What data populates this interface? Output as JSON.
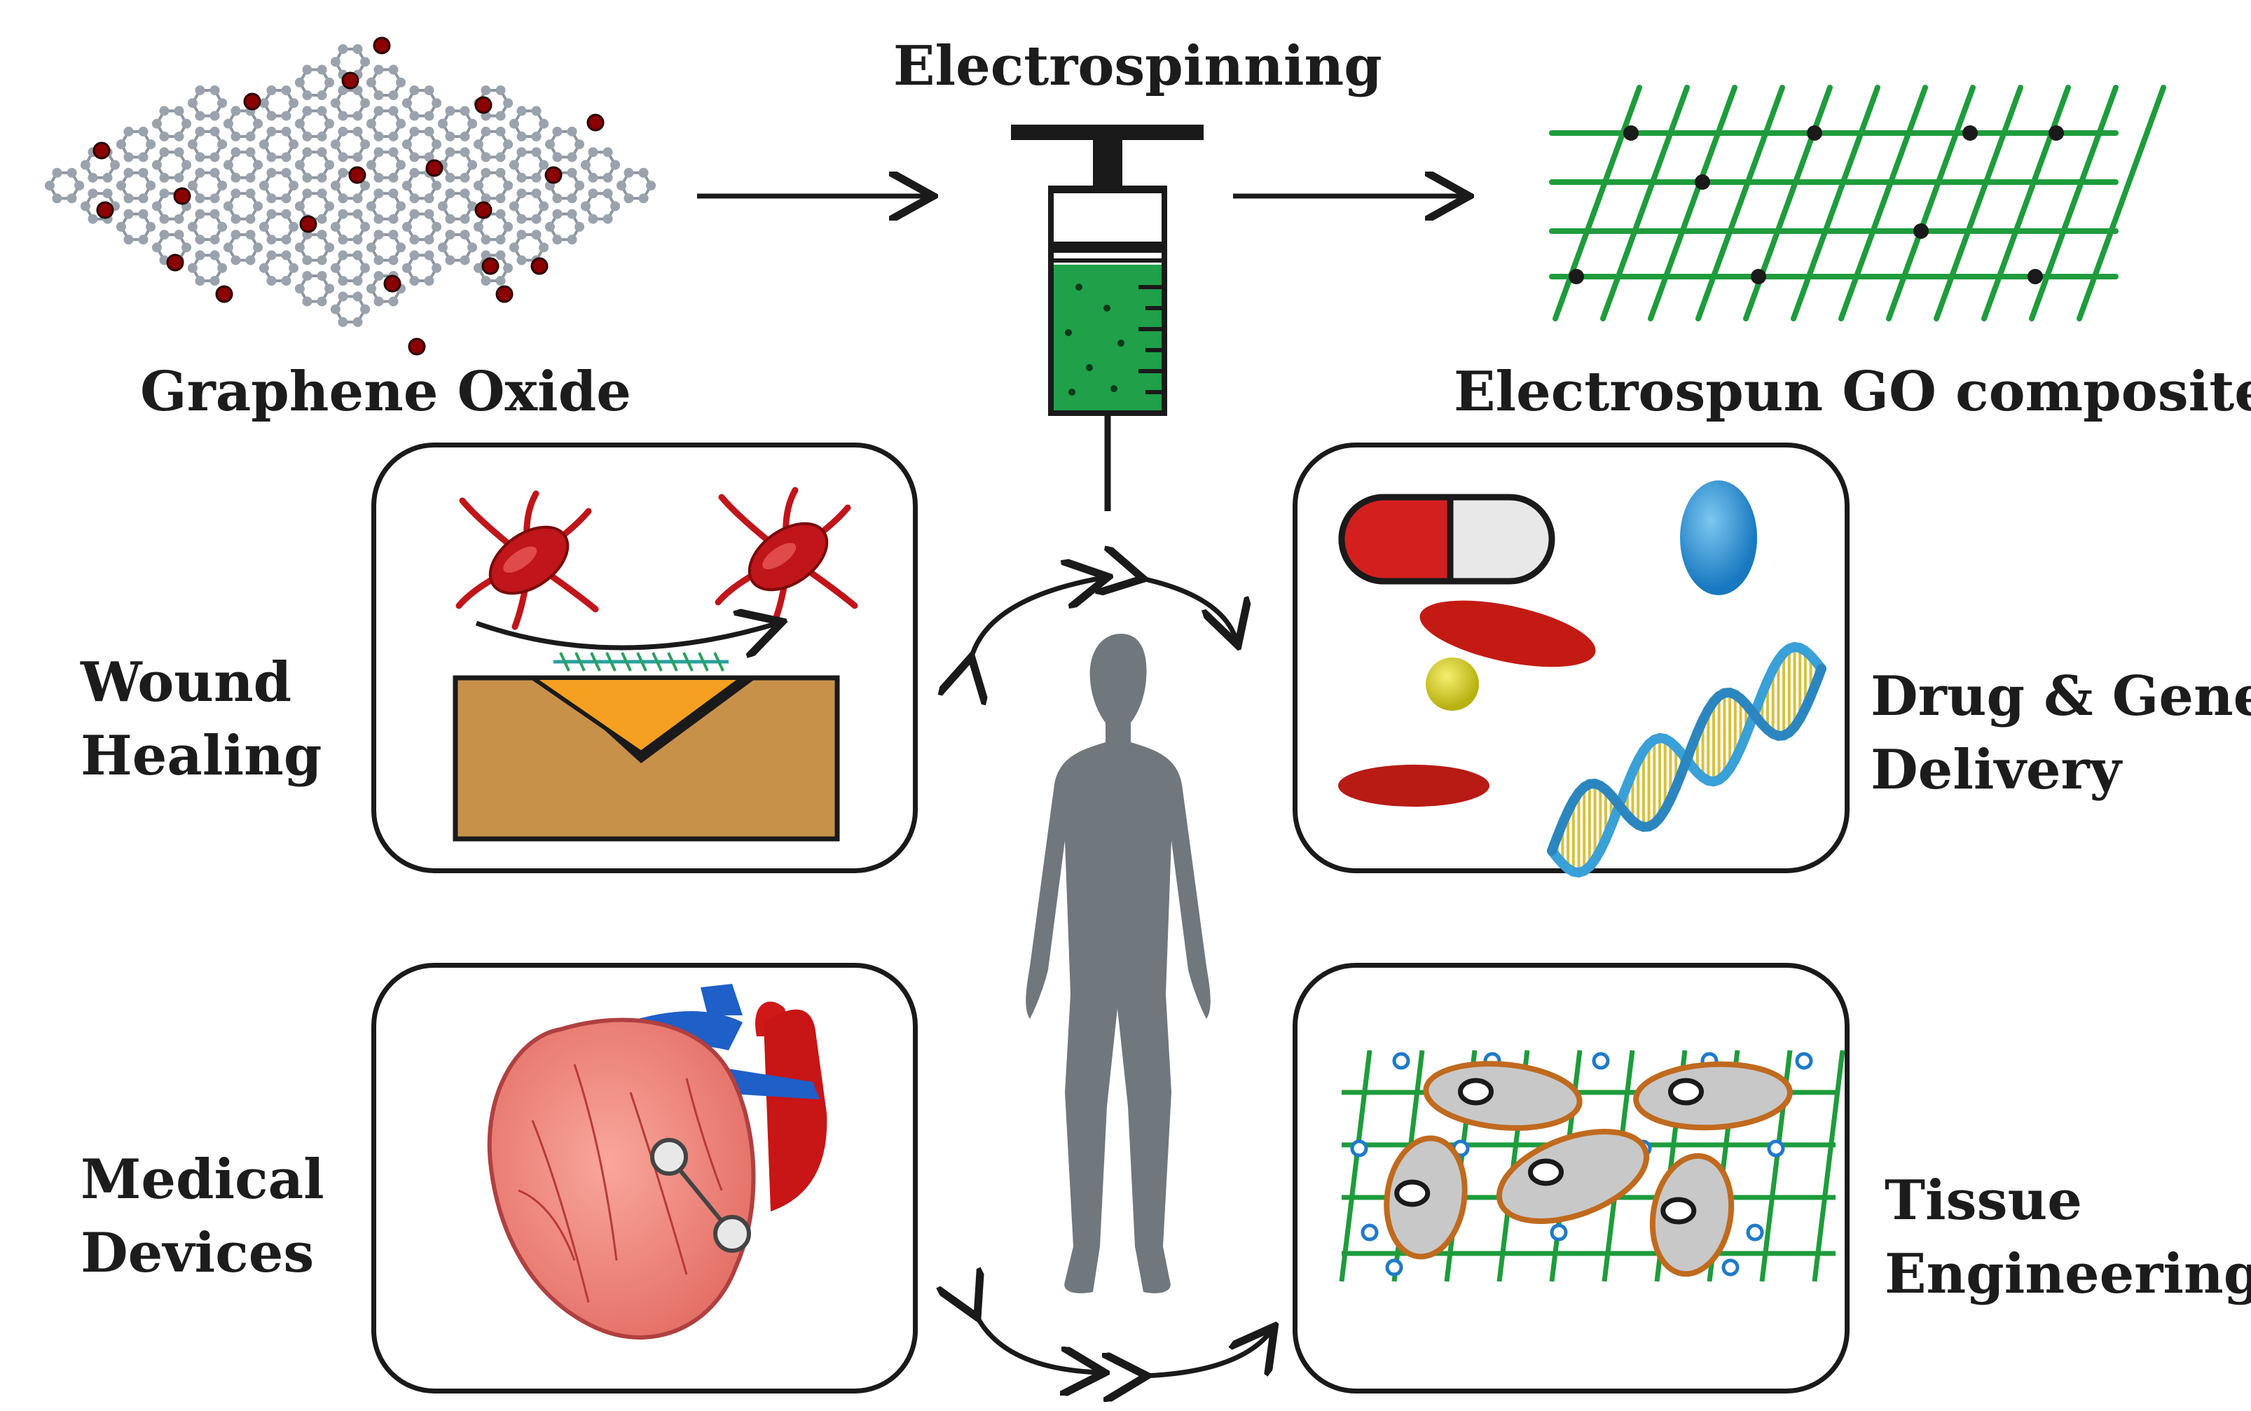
{
  "labels": {
    "graphene_oxide": "Graphene Oxide",
    "electrospinning": "Electrospinning",
    "electrospun_composite": "Electrospun GO composite",
    "wound_healing_1": "Wound",
    "wound_healing_2": "Healing",
    "drug_gene_1": "Drug & Gene",
    "drug_gene_2": "Delivery",
    "medical_devices_1": "Medical",
    "medical_devices_2": "Devices",
    "tissue_eng_1": "Tissue",
    "tissue_eng_2": "Engineering"
  },
  "colors": {
    "atom": "#9aa3ad",
    "oxygen": "#8b0000",
    "fiber": "#1e9c3c",
    "syringe_fluid": "#1fa049",
    "bacteria": "#c0151a",
    "skin": "#c8914a",
    "human": "#6f767c",
    "heart": "#f08080",
    "vessel_blue": "#1e5fc8",
    "vessel_red": "#d01818",
    "cell": "#c8c8c8",
    "cell_border": "#c06a1e",
    "dna": "#3aa0d8"
  },
  "icons": [
    "graphene-oxide-lattice-icon",
    "syringe-icon",
    "fiber-mesh-icon",
    "bacteria-icon",
    "wound-icon",
    "capsule-icon",
    "dna-icon",
    "human-silhouette-icon",
    "heart-icon",
    "tissue-scaffold-icon"
  ]
}
